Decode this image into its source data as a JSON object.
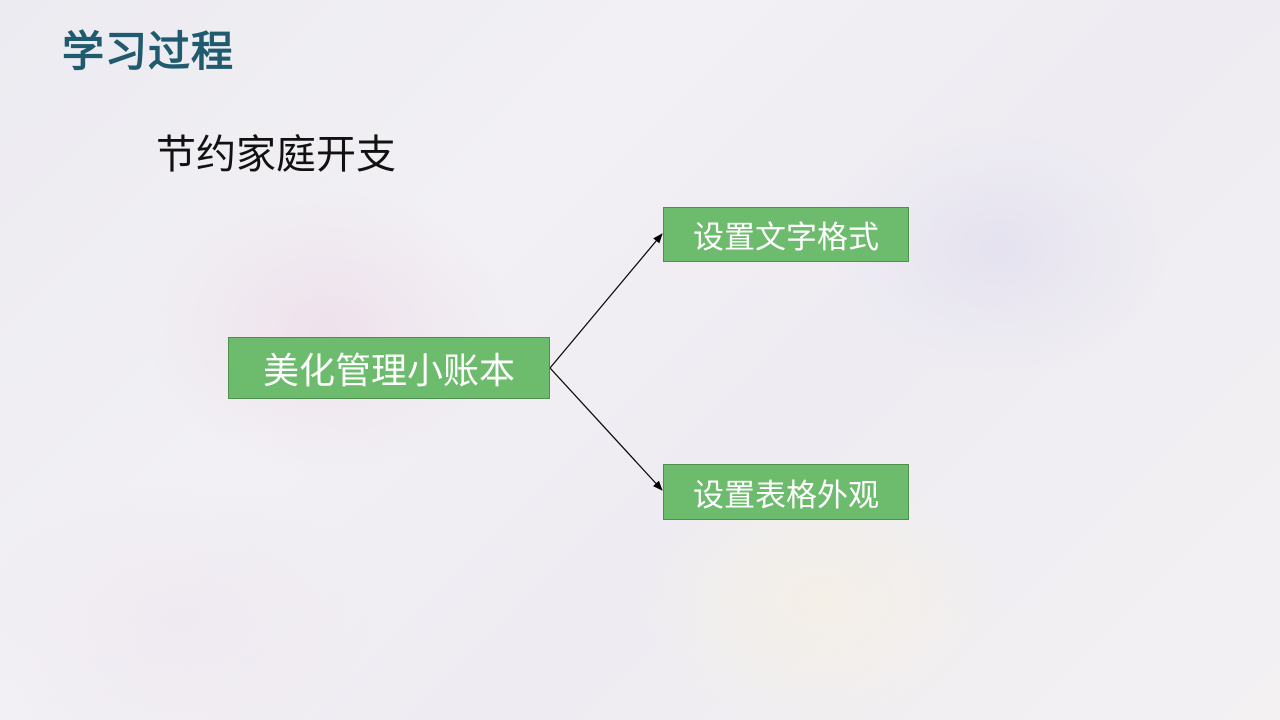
{
  "slide": {
    "title": "学习过程",
    "subtitle": "节约家庭开支"
  },
  "diagram": {
    "root": {
      "label": "美化管理小账本"
    },
    "children": [
      {
        "label": "设置文字格式"
      },
      {
        "label": "设置表格外观"
      }
    ]
  },
  "colors": {
    "title": "#1f5a6e",
    "node_fill": "#6dbb6d",
    "node_border": "#4e8f4e",
    "node_text": "#ffffff",
    "connector": "#000000"
  }
}
